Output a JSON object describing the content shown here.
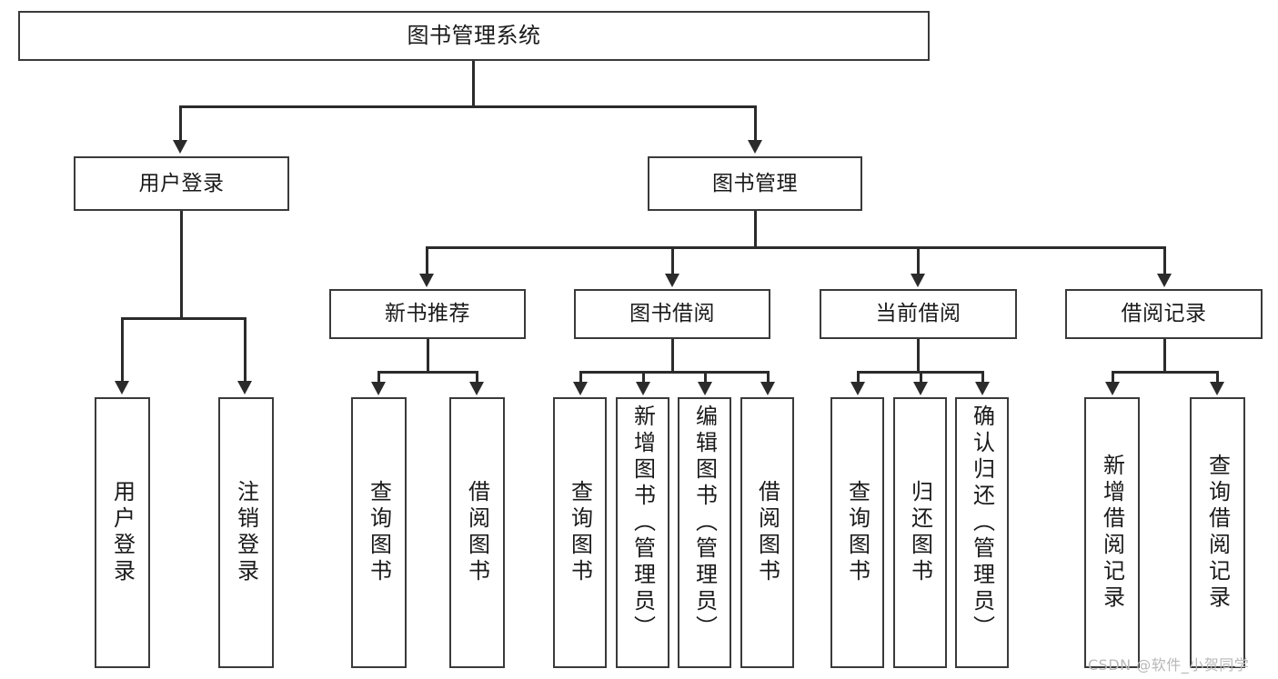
{
  "diagram": {
    "title": "图书管理系统",
    "type": "tree",
    "watermark": "CSDN @软件_小贺同学",
    "colors": {
      "box_border": "#3a3a3a",
      "connector": "#2b2b2b",
      "text": "#1a1a1a",
      "background": "#ffffff",
      "watermark": "#b8b8b8"
    },
    "nodes": {
      "root": {
        "label": "图书管理系统"
      },
      "level1": [
        {
          "label": "用户登录"
        },
        {
          "label": "图书管理"
        }
      ],
      "level2": [
        {
          "label": "新书推荐"
        },
        {
          "label": "图书借阅"
        },
        {
          "label": "当前借阅"
        },
        {
          "label": "借阅记录"
        }
      ],
      "leaves": {
        "user_login": [
          {
            "label": "用户登录"
          },
          {
            "label": "注销登录"
          }
        ],
        "new_book_recommend": [
          {
            "label": "查询图书"
          },
          {
            "label": "借阅图书"
          }
        ],
        "book_borrow": [
          {
            "label": "查询图书"
          },
          {
            "label": "新增图书（管理员）"
          },
          {
            "label": "编辑图书（管理员）"
          },
          {
            "label": "借阅图书"
          }
        ],
        "current_borrow": [
          {
            "label": "查询图书"
          },
          {
            "label": "归还图书"
          },
          {
            "label": "确认归还（管理员）"
          }
        ],
        "borrow_record": [
          {
            "label": "新增借阅记录"
          },
          {
            "label": "查询借阅记录"
          }
        ]
      }
    }
  }
}
